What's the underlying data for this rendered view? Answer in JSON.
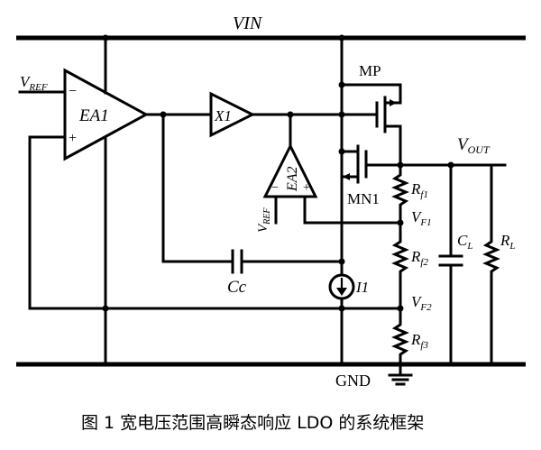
{
  "labels": {
    "vin": "VIN",
    "gnd": "GND",
    "vref1": "V",
    "vref1_sub": "REF",
    "vref2": "V",
    "vref2_sub": "REF",
    "ea1": "EA1",
    "ea2": "EA2",
    "x1": "X1",
    "mp": "MP",
    "mn1": "MN1",
    "vout": "V",
    "vout_sub": "OUT",
    "rf1": "R",
    "rf1_sub": "f1",
    "rf2": "R",
    "rf2_sub": "f2",
    "rf3": "R",
    "rf3_sub": "f3",
    "vf1": "V",
    "vf1_sub": "F1",
    "vf2": "V",
    "vf2_sub": "F2",
    "cl": "C",
    "cl_sub": "L",
    "rl": "R",
    "rl_sub": "L",
    "cc": "Cc",
    "i1": "I1",
    "minus": "−",
    "plus": "+"
  },
  "caption": "图 1   宽电压范围高瞬态响应 LDO 的系统框架"
}
